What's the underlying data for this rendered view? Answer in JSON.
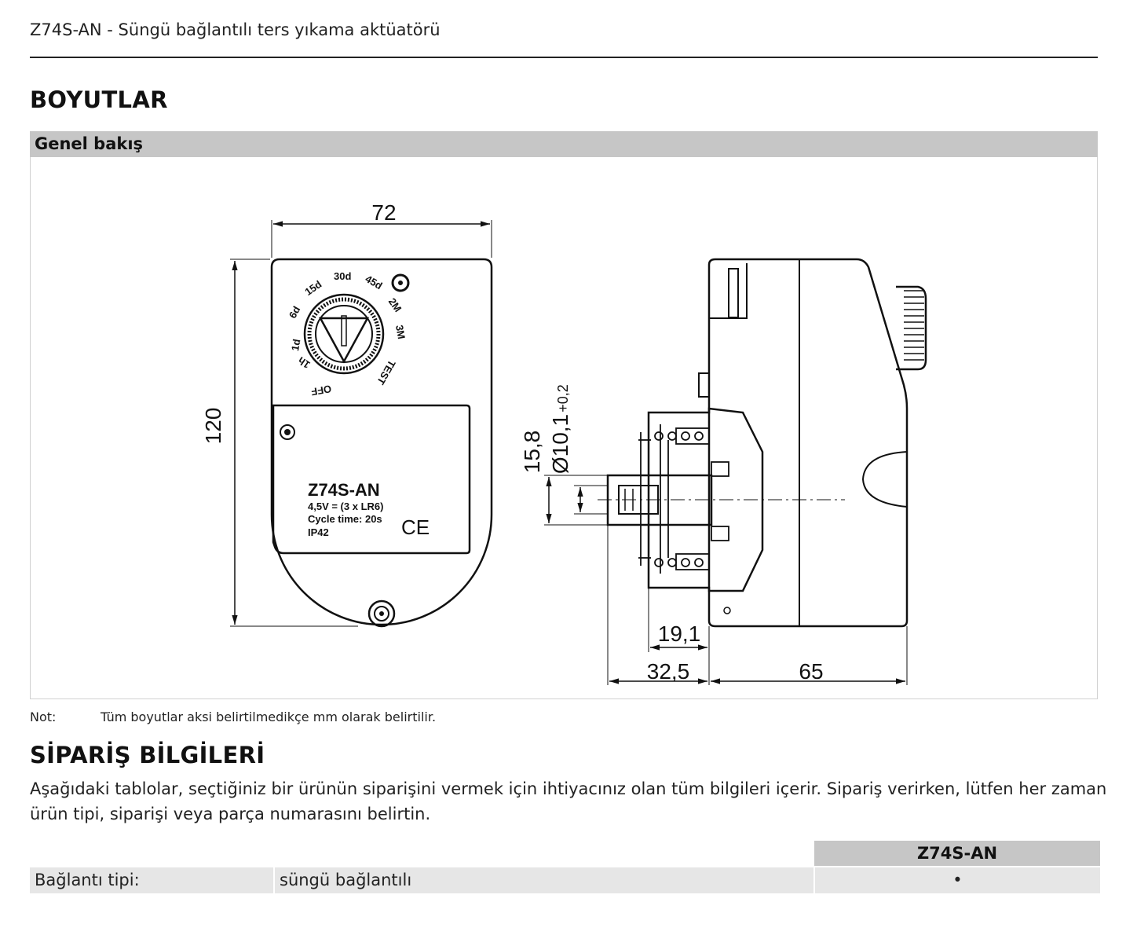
{
  "header": {
    "title": "Z74S-AN - Süngü bağlantılı ters yıkama aktüatörü"
  },
  "dimensions": {
    "heading": "BOYUTLAR",
    "subheading": "Genel bakış",
    "drawing": {
      "front": {
        "width_label": "72",
        "height_label": "120",
        "dial_labels": [
          "1d",
          "6d",
          "15d",
          "30d",
          "45d",
          "2M",
          "3M",
          "TEST",
          "OFF",
          "1h"
        ],
        "plate": {
          "model": "Z74S-AN",
          "line1": "4,5V = (3 x LR6)",
          "line2": "Cycle time: 20s",
          "line3": "IP42",
          "mark": "CE"
        }
      },
      "side": {
        "dim_15_8": "15,8",
        "dim_dia": "Ø10,1",
        "dim_tol": "+0,2",
        "dim_19_1": "19,1",
        "dim_32_5": "32,5",
        "dim_65": "65"
      }
    },
    "note_label": "Not:",
    "note_text": "Tüm boyutlar aksi belirtilmedikçe mm olarak belirtilir."
  },
  "ordering": {
    "heading": "SİPARİŞ BİLGİLERİ",
    "intro": "Aşağıdaki tablolar, seçtiğiniz bir ürünün siparişini vermek için ihtiyacınız olan tüm bilgileri içerir. Sipariş verirken, lütfen her zaman ürün tipi, siparişi veya parça numarasını belirtin.",
    "table": {
      "column_header": "Z74S-AN",
      "rows": [
        {
          "label": "Bağlantı tipi:",
          "value": "süngü bağlantılı",
          "mark": "•"
        }
      ]
    }
  }
}
